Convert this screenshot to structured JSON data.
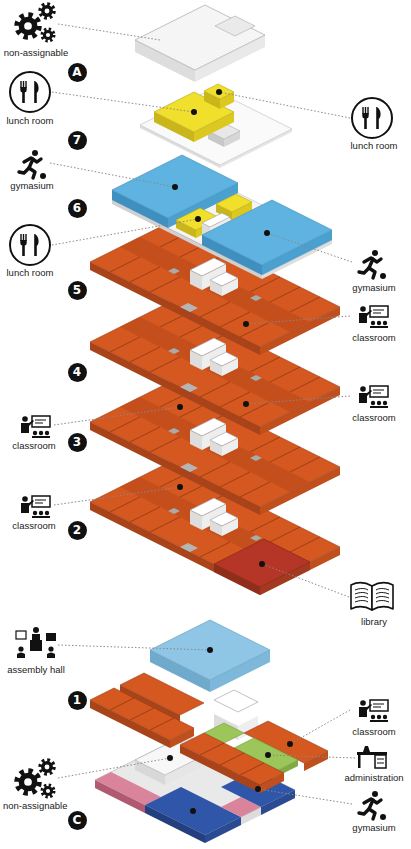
{
  "diagram": {
    "nodes": [
      {
        "text": [
          "A"
        ]
      },
      {
        "text": [
          "7"
        ]
      },
      {
        "text": [
          "6"
        ]
      },
      {
        "text": [
          "5"
        ]
      },
      {
        "text": [
          "4"
        ]
      },
      {
        "text": [
          "3"
        ]
      },
      {
        "text": [
          "2"
        ]
      },
      {
        "text": [
          "1"
        ]
      },
      {
        "text": [
          "C"
        ]
      }
    ],
    "labels": [
      "non-assignable",
      "lunch room",
      "lunch room",
      "gymasium",
      "lunch room",
      "gymasium",
      "classroom",
      "classroom",
      "classroom",
      "classroom",
      "library",
      "assembly hall",
      "classroom",
      "administration",
      "non-assignable",
      "gymasium"
    ]
  }
}
